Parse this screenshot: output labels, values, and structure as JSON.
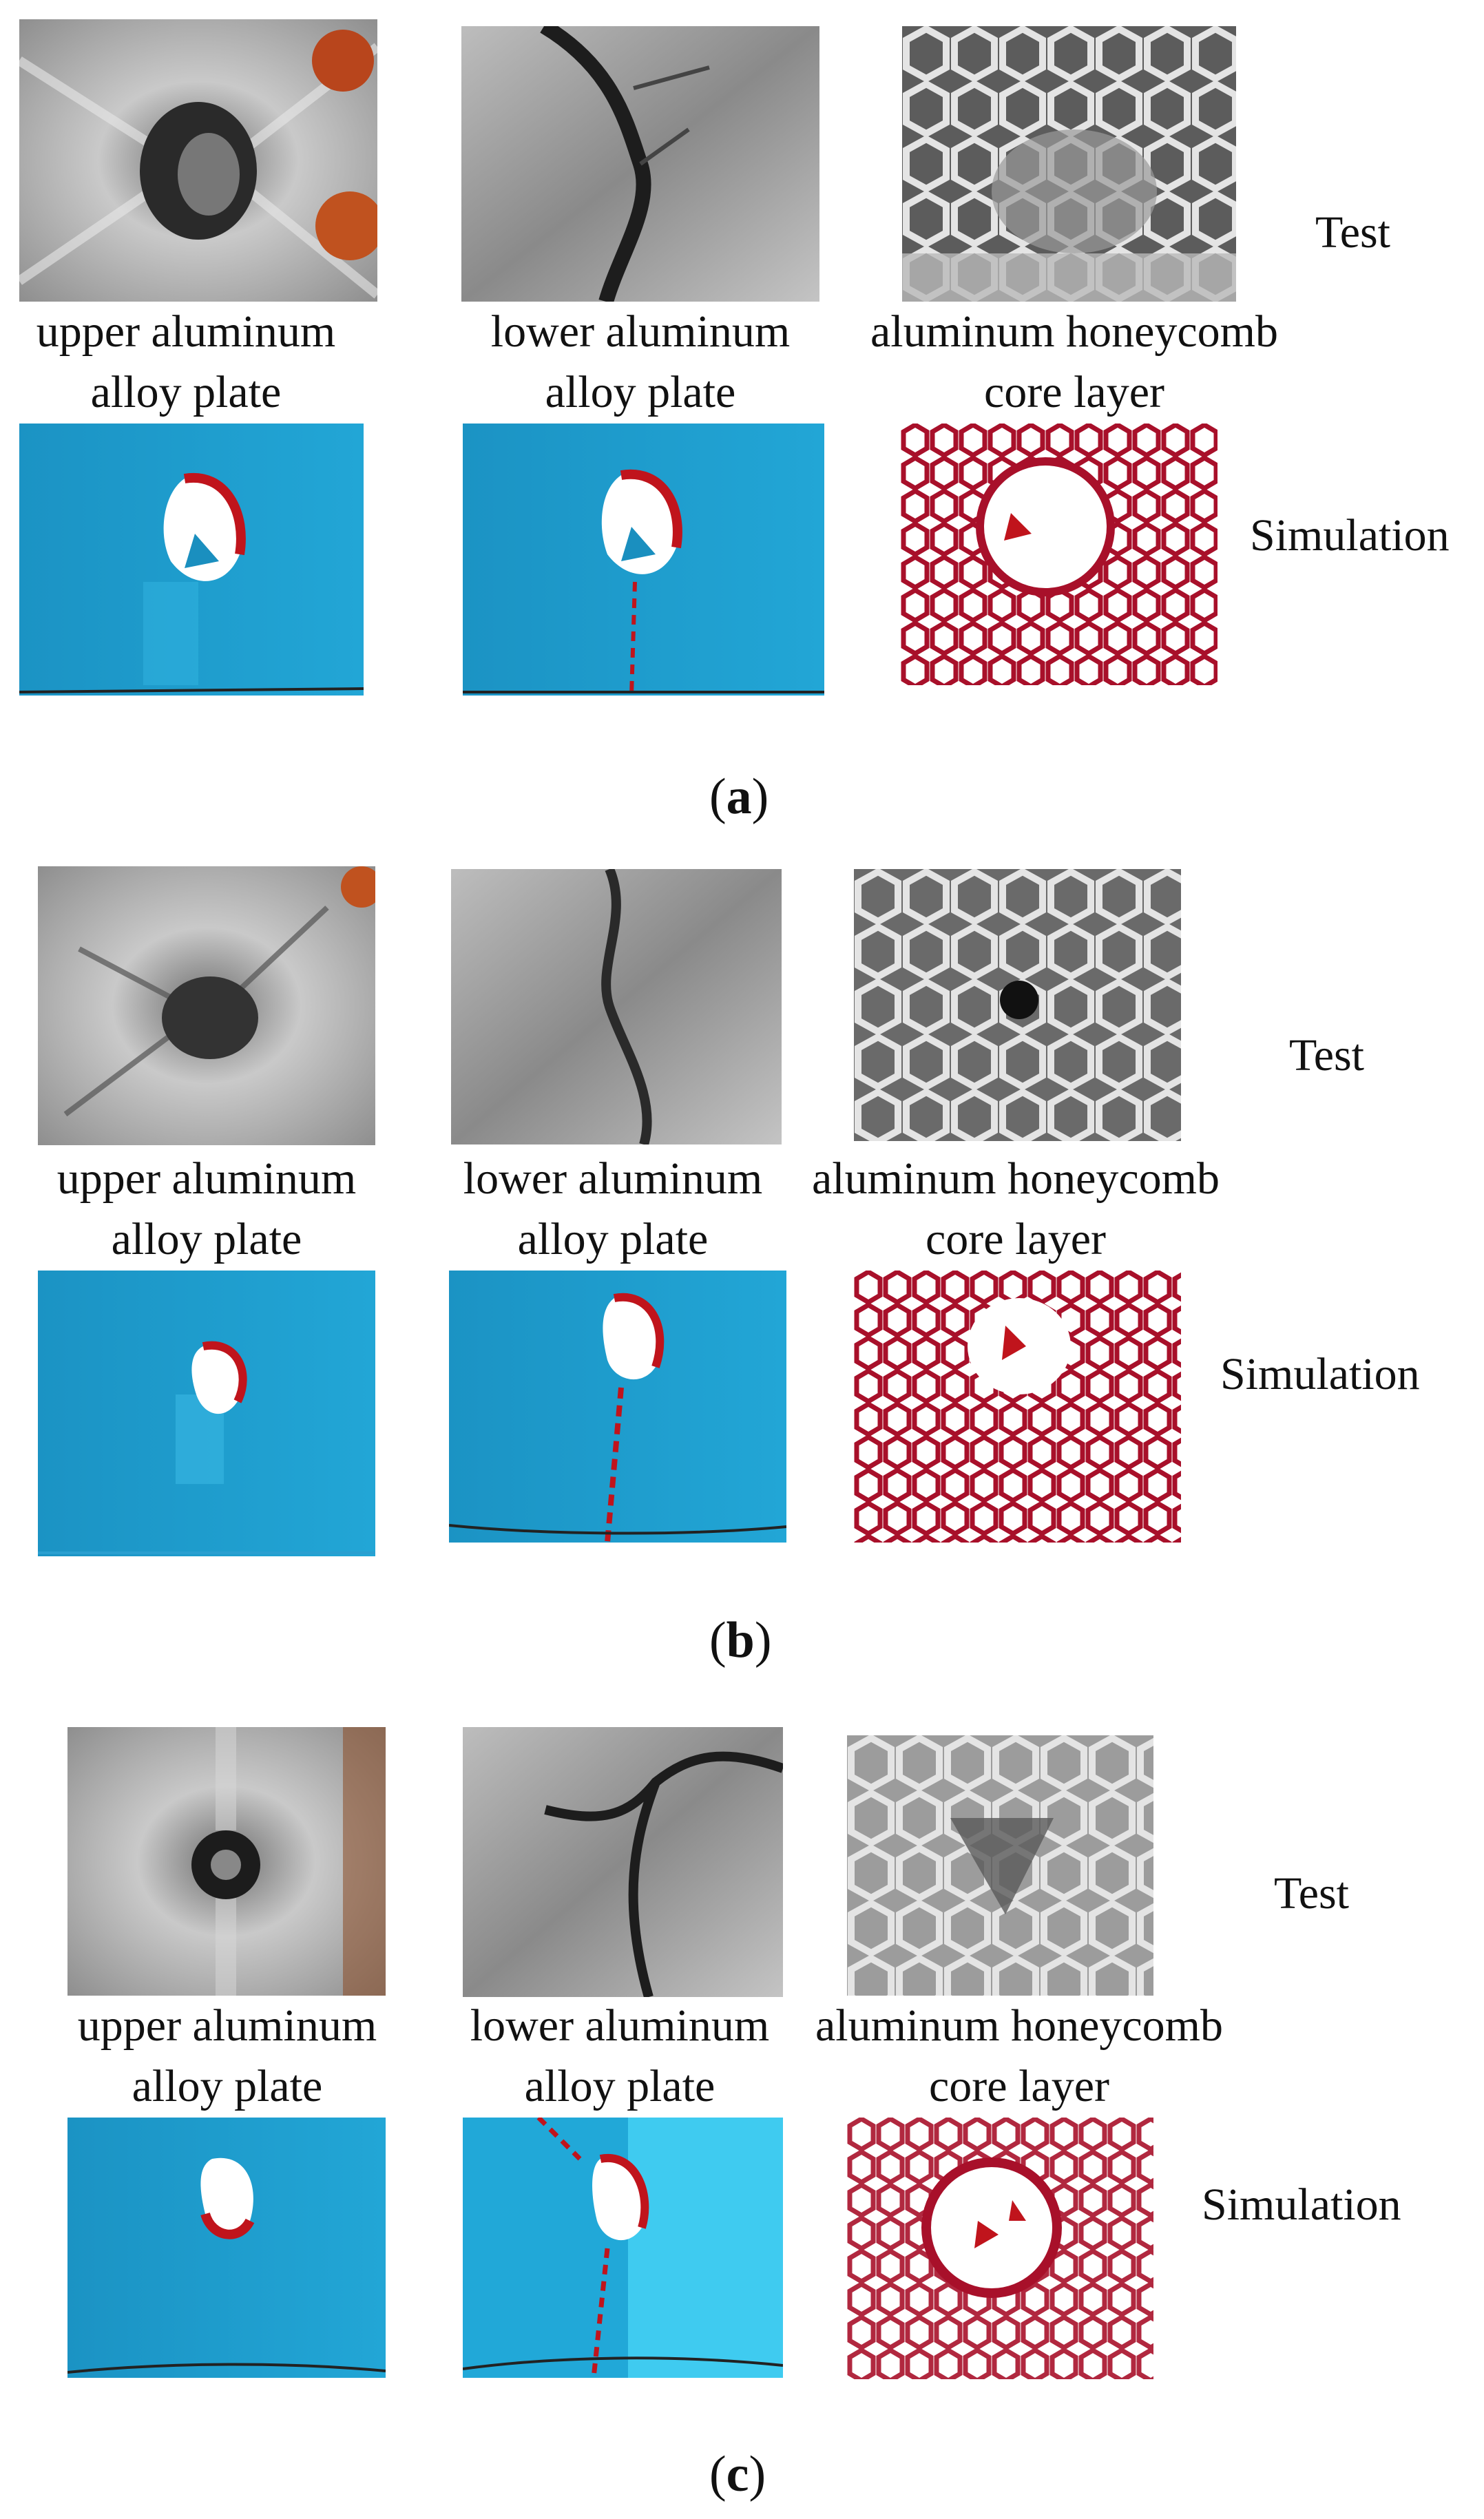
{
  "panels": [
    {
      "label_open": "(",
      "label_letter": "a",
      "label_close": ")",
      "test_label": "Test",
      "simulation_label": "Simulation",
      "captions": [
        {
          "line1": "upper aluminum",
          "line2": "alloy plate"
        },
        {
          "line1": "lower aluminum",
          "line2": "alloy plate"
        },
        {
          "line1": "aluminum honeycomb",
          "line2": "core layer"
        }
      ]
    },
    {
      "label_open": "(",
      "label_letter": "b",
      "label_close": ")",
      "test_label": "Test",
      "simulation_label": "Simulation",
      "captions": [
        {
          "line1": "upper aluminum",
          "line2": "alloy plate"
        },
        {
          "line1": "lower aluminum",
          "line2": "alloy plate"
        },
        {
          "line1": "aluminum honeycomb",
          "line2": "core layer"
        }
      ]
    },
    {
      "label_open": "(",
      "label_letter": "c",
      "label_close": ")",
      "test_label": "Test",
      "simulation_label": "Simulation",
      "captions": [
        {
          "line1": "upper aluminum",
          "line2": "alloy plate"
        },
        {
          "line1": "lower aluminum",
          "line2": "alloy plate"
        },
        {
          "line1": "aluminum honeycomb",
          "line2": "core layer"
        }
      ]
    }
  ],
  "colors": {
    "plate_blue": "#1a9ccc",
    "damage_red": "#c0141c",
    "honeycomb_red": "#a8102a",
    "metal_gray": "#a9a9a9"
  }
}
